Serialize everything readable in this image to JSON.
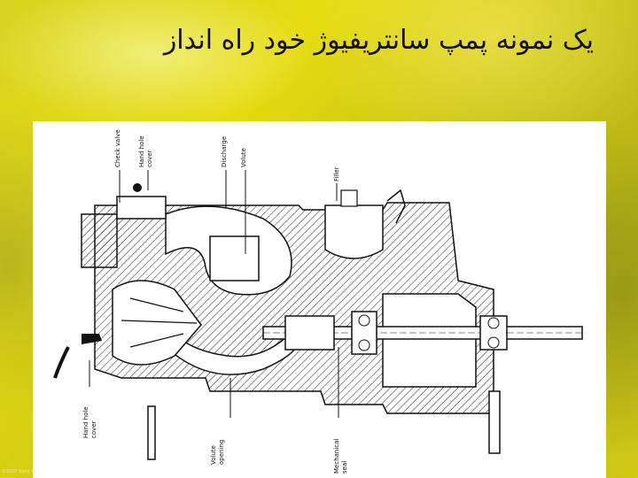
{
  "slide": {
    "title": "یک نمونه پمپ سانتریفیوژ خود راه انداز",
    "footer": "©2007 Sony Co"
  },
  "diagram": {
    "labels": {
      "check_valve": "Check valve",
      "hand_hole_cover_top_1": "Hand hole",
      "hand_hole_cover_top_2": "cover",
      "discharge": "Discharge",
      "volute": "Volute",
      "filler": "Filler",
      "hand_hole_cover_bottom_1": "Hand hole",
      "hand_hole_cover_bottom_2": "cover",
      "volute_opening_1": "Volute",
      "volute_opening_2": "opening",
      "mechanical_seal_1": "Mechanical",
      "mechanical_seal_2": "seal"
    }
  }
}
